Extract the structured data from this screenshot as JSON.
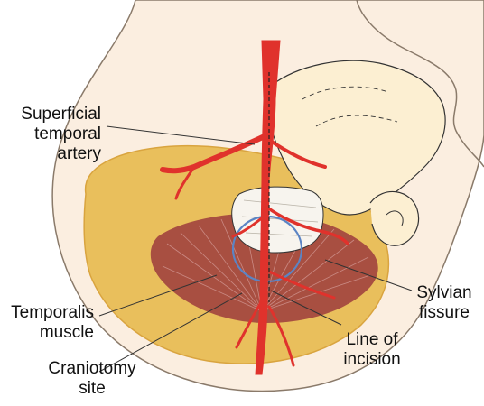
{
  "colors": {
    "skin": "#fbeee0",
    "skin_outline": "#8a7a6a",
    "skin_flap": "#e9bf5c",
    "skin_flap_edge": "#d9a43f",
    "muscle": "#9c3b3c",
    "muscle_light": "#d9a3a0",
    "artery": "#e0322c",
    "bone": "#fdf4d6",
    "dura": "#f7f4ee",
    "craniotomy_circle": "#5b84c4",
    "line": "#333333"
  },
  "labels": {
    "superficial_temporal_artery": "Superficial\ntemporal\nartery",
    "temporalis_muscle": "Temporalis\nmuscle",
    "craniotomy_site": "Craniotomy\nsite",
    "sylvian_fissure": "Sylvian\nfissure",
    "line_of_incision": "Line of\nincision"
  }
}
